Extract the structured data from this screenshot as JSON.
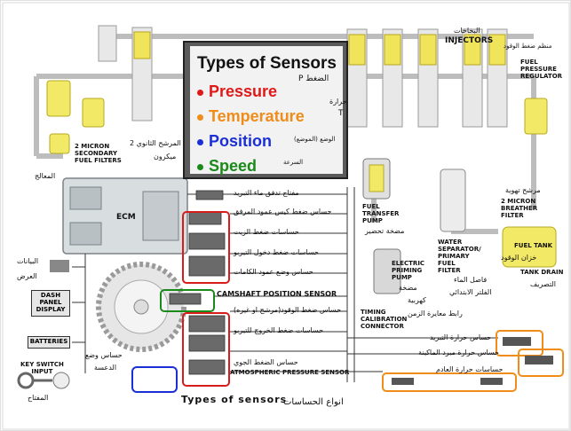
{
  "legend": {
    "title": "Types of Sensors",
    "items": [
      {
        "label": "Pressure",
        "color": "#e01818"
      },
      {
        "label": "Temperature",
        "color": "#f08c1a"
      },
      {
        "label": "Position",
        "color": "#1a2fd6"
      },
      {
        "label": "Speed",
        "color": "#1a8a1a"
      }
    ],
    "ar_pressure": "الضغط P",
    "ar_temperature_1": "حرارة",
    "ar_temperature_2": "T",
    "ar_position": "الوضع (الموضع)",
    "ar_speed": "السرعة"
  },
  "components": {
    "injectors_ar": "البخاخات",
    "injectors": "INJECTORS",
    "fuel_pressure_regulator_ar": "منظم ضغط الوقود",
    "fuel_pressure_regulator": "FUEL\nPRESSURE\nREGULATOR",
    "secondary_filters": "2 MICRON\nSECONDARY\nFUEL FILTERS",
    "secondary_filters_ar": "المرشح الثانوي 2",
    "secondary_filters_ar2": "ميكرون",
    "ecm": "ECM",
    "ecm_ar": "المعالج",
    "fuel_transfer_pump": "FUEL\nTRANSFER\nPUMP",
    "fuel_transfer_pump_ar": "مضخة تحضير",
    "electric_priming_pump": "ELECTRIC\nPRIMING\nPUMP",
    "electric_priming_pump_ar": "مضخة",
    "electric_priming_pump_ar2": "كهربية",
    "water_separator": "WATER\nSEPARATOR/\nPRIMARY\nFUEL\nFILTER",
    "water_separator_ar": "فاصل الماء",
    "water_separator_ar2": "الفلتر الابتدائي",
    "breather_filter": "2 MICRON\nBREATHER\nFILTER",
    "breather_filter_ar": "مرشح تهوية",
    "fuel_tank": "FUEL TANK",
    "fuel_tank_ar": "خزان الوقود",
    "tank_drain": "TANK DRAIN",
    "tank_drain_ar": "التصريف",
    "timing_connector": "TIMING\nCALIBRATION\nCONNECTOR",
    "timing_connector_ar": "رابط معايرة الزمن",
    "data_ar": "البيانات",
    "display_ar": "العرض",
    "dash_panel": "DASH\nPANEL\nDISPLAY",
    "batteries": "BATTERIES",
    "key_switch": "KEY SWITCH\nINPUT",
    "key_ar": "المفتاح",
    "crank_position_ar": "حساس وضع",
    "crank_ar2": "الدعسة"
  },
  "sensors": [
    {
      "ar": "مفتاح تدفق ماء التبريد"
    },
    {
      "ar": "حساس ضغط كيس عمود المرفق"
    },
    {
      "ar": "حساسات ضغط الزيت"
    },
    {
      "ar": "حساسات ضغط دخول التيربو"
    },
    {
      "ar": "حساس وضع عمود الكامات"
    },
    {
      "en": "CAMSHAFT POSITION SENSOR"
    },
    {
      "ar": "حساس ضغط الوقود(مرشح او غيره)"
    },
    {
      "ar": "حساسات ضغط الخروج للتيربو"
    },
    {
      "ar": "حساس الضغط الجوي"
    },
    {
      "en": "ATMOSPHERIC PRESSURE SENSOR"
    }
  ],
  "temp_sensors": [
    {
      "ar": "حساس حرارة التبريد"
    },
    {
      "ar": "حساس حرارة مبرد الماكينة"
    },
    {
      "ar": "حساسات حرارة العادم"
    }
  ],
  "caption": {
    "en": "Types  of  sensors",
    "ar": "انواع الحساسات"
  }
}
